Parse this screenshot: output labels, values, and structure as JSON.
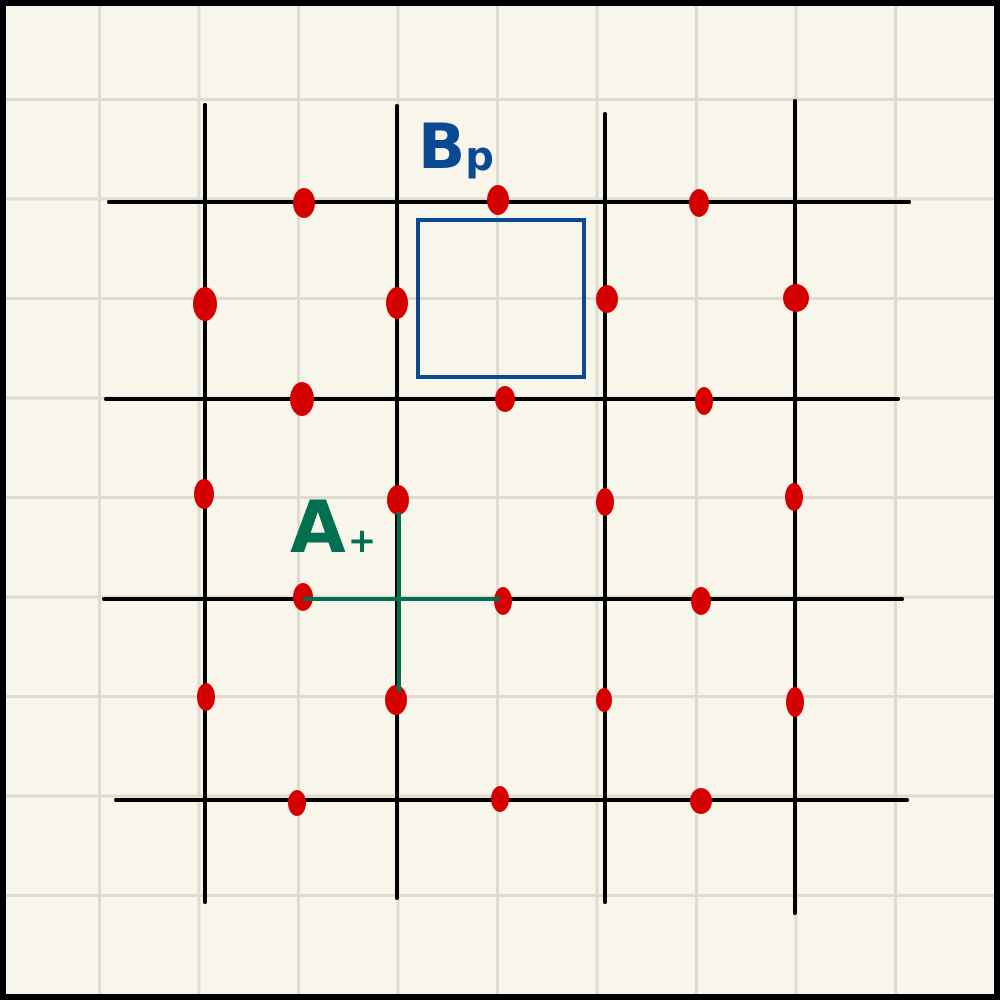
{
  "diagram": {
    "colors": {
      "background": "#f8f6ea",
      "grid": "#dedcd0",
      "lattice": "#000000",
      "qubit": "#d50000",
      "plaquette": "#0a4a94",
      "star": "#007050",
      "frame": "#000000"
    },
    "labels": {
      "plaquette": "B",
      "plaquette_sub": "p",
      "star": "A",
      "star_sub": "+"
    }
  }
}
